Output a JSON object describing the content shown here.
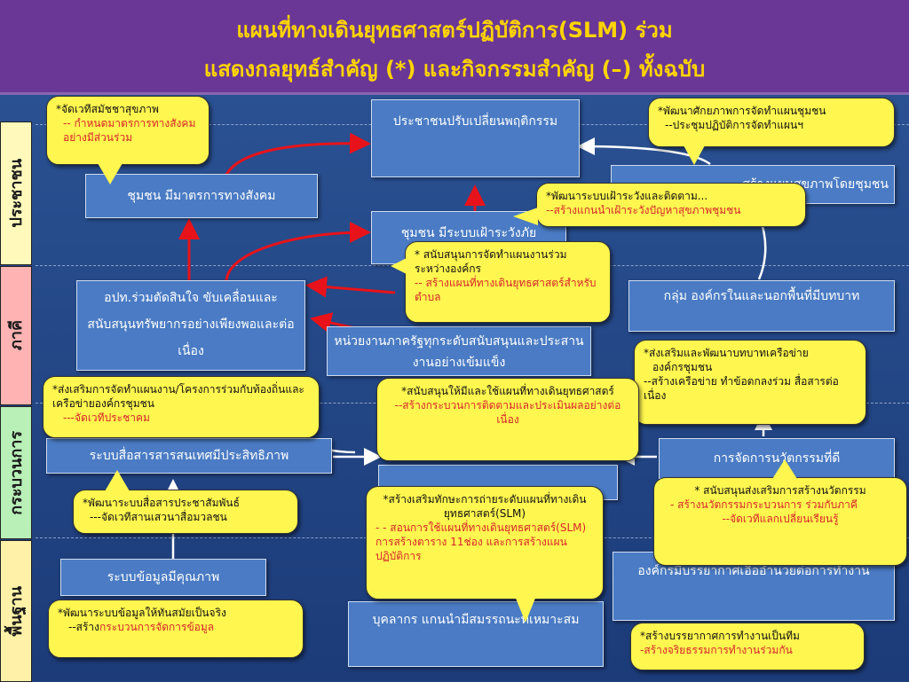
{
  "title": {
    "line1": "แผนที่ทางเดินยุทธศาสตร์ปฏิบัติการ(SLM) ร่วม",
    "line2": "แสดงกลยุทธ์สำคัญ (*) และกิจกรรมสำคัญ (–) ทั้งฉบับ"
  },
  "sidebar": {
    "people": "ประชาชน",
    "party": "ภาคี",
    "process": "กระบวนการ",
    "foundation": "พื้นฐาน"
  },
  "colors": {
    "header_bg": "#6a3796",
    "title_text": "#ffd400",
    "box_fill": "#4a7bc4",
    "callout_fill": "#fff64f",
    "activity_text": "#d6262b",
    "people_band": "#fffabc",
    "party_band": "#ffb3b3",
    "process_band": "#b8f0b8",
    "foundation_band": "#fff2a8"
  },
  "boxes": {
    "behavior": "ประชาชนปรับเปลี่ยนพฤติกรรม",
    "community_measure": "ชุมชน มีมาตรการทางสังคม",
    "community_plan": "สร้างแผนสุขภาพโดยชุมชน",
    "surveillance": "ชุมชน มีระบบเฝ้าระวังภัย",
    "local_gov": "อปท.ร่วมตัดสินใจ ขับเคลื่อนและสนับสนุนทรัพยากรอย่างเพียงพอและต่อเนื่อง",
    "org_groups": "กลุ่ม องค์กรในและนอกพื้นที่มีบทบาท",
    "gov_units": "หน่วยงานภาครัฐทุกระดับสนับสนุนและประสานงานอย่างเข้มแข็ง",
    "comm_system": "ระบบสื่อสารสารสนเทศมีประสิทธิภาพ",
    "innovation": "การจัดการนวัตกรรมที่ดี",
    "data_system": "ระบบข้อมูลมีคุณภาพ",
    "organization": "องค์กรมีบรรยากาศเอื้ออำนวยต่อการทำงาน",
    "personnel": "บุคลากร แกนนำมีสมรรถนะที่เหมาะสม"
  },
  "callouts": {
    "c1": {
      "strategy": "*จัดเวทีสมัชชาสุขภาพ",
      "activity": "-- กำหนดมาตรการทางสังคมอย่างมีส่วนร่วม"
    },
    "c2": {
      "strategy": "*พัฒนาศักยภาพการจัดทำแผนชุมชน",
      "activity": "--ประชุมปฏิบัติการจัดทำแผนฯ"
    },
    "c3": {
      "strategy": "*พัฒนาระบบเฝ้าระวังและติดตาม...",
      "activity": "--สร้างแกนนำเฝ้าระวังปัญหาสุขภาพชุมชน"
    },
    "c4": {
      "strategy": "* สนับสนุนการจัดทำแผนงานร่วมระหว่างองค์กร",
      "activity": "-- สร้างแผนที่ทางเดินยุทธศาสตร์สำหรับตำบล"
    },
    "c5": {
      "strategy": "*ส่งเสริมและพัฒนาบทบาทเครือข่าย",
      "line2": "องค์กรชุมชน",
      "activity": "--สร้างเครือข่าย ทำข้อตกลงร่วม สื่อสารต่อเนื่อง"
    },
    "c6": {
      "strategy": "*ส่งเสริมการจัดทำแผนงาน/โครงการร่วมกับท้องถิ่นและเครือข่ายองค์กรชุมชน",
      "activity": "---จัดเวทีประชาคม"
    },
    "c7": {
      "strategy": "*สนับสนุนให้มีและใช้แผนที่ทางเดินยุทธศาสตร์",
      "activity": "--สร้างกระบวนการติดตามและประเมินผลอย่างต่อเนื่อง"
    },
    "c8": {
      "strategy": "*พัฒนาระบบสื่อสารประชาสัมพันธ์",
      "activity": "---จัดเวทีสานเสวนาสื่อมวลชน"
    },
    "c9": {
      "strategy": "*สร้างเสริมทักษะการถ่ายระดับแผนที่ทางเดินยุทธศาสตร์(SLM)",
      "activity": "- - สอนการใช้แผนที่ทางเดินยุทธศาสตร์(SLM) การสร้างตาราง 11ช่อง และการสร้างแผนปฏิบัติการ"
    },
    "c10": {
      "strategy": "* สนับสนุนส่งเสริมการสร้างนวัตกรรม",
      "activity": "- สร้างนวัตกรรมกระบวนการ ร่วมกับภาคี",
      "activity2": "--จัดเวทีแลกเปลี่ยนเรียนรู้"
    },
    "c11": {
      "strategy": "*พัฒนาระบบข้อมูลให้ทันสมัยเป็นจริง",
      "activity_prefix": "--สร้าง",
      "activity": "กระบวนการจัดการข้อมูล"
    },
    "c12": {
      "strategy": "*สร้างบรรยากาศการทำงานเป็นทีม",
      "activity": "-สร้างจริยธรรมการทำงานร่วมกัน"
    }
  }
}
